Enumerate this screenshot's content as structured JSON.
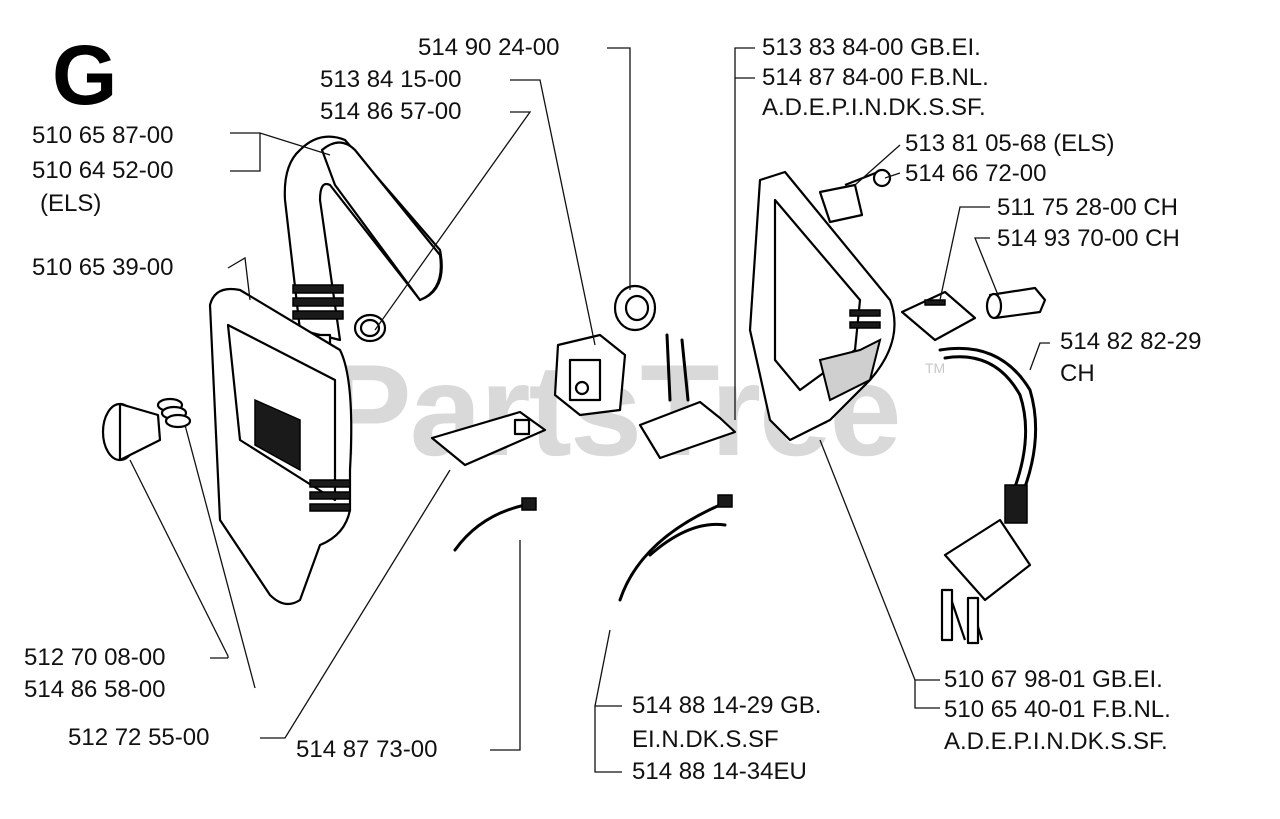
{
  "diagram": {
    "section_letter": "G",
    "watermark": "PartsTree",
    "watermark_mark": "TM",
    "labels": {
      "p514902400": "514 90 24-00",
      "p513841500": "513 84 15-00",
      "p514865700": "514 86 57-00",
      "p510658700": "510 65 87-00",
      "p510645200": "510 64 52-00",
      "els_note": "(ELS)",
      "p510653900": "510 65 39-00",
      "p513838400": "513 83 84-00 GB.EI.",
      "p514878400": "514 87 84-00 F.B.NL.",
      "p514878400_cont": "A.D.E.P.I.N.DK.S.SF.",
      "p513810568": "513 81 05-68 (ELS)",
      "p514667200": "514 66 72-00",
      "p511752800": "511 75 28-00 CH",
      "p514937000": "514 93 70-00 CH",
      "p514828229": "514 82 82-29",
      "p514828229_cont": "CH",
      "p512700800": "512 70 08-00",
      "p514865800": "514 86 58-00",
      "p512725500": "512 72 55-00",
      "p514887300": "514 87 73-00",
      "p514881429": "514 88 14-29 GB.",
      "p514881429_cont": "EI.N.DK.S.SF",
      "p514881434": "514 88 14-34EU",
      "p510679801": "510 67 98-01 GB.EI.",
      "p510654001": "510 65 40-01 F.B.NL.",
      "p510654001_cont": "A.D.E.P.I.N.DK.S.SF."
    }
  }
}
